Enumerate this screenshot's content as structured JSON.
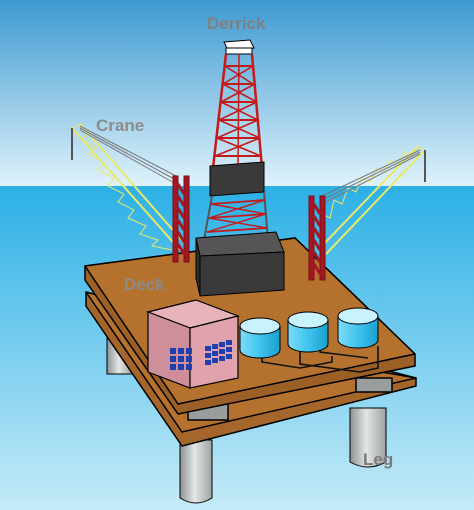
{
  "labels": {
    "derrick": "Derrick",
    "crane": "Crane",
    "deck": "Deck",
    "leg": "Leg"
  },
  "colors": {
    "sky_top": "#3d9ad1",
    "sky_bottom": "#dff2fb",
    "sea_top": "#2cb0e6",
    "sea_bottom": "#bfe8f7",
    "deck": "#b5722f",
    "deck_edge": "#000000",
    "leg": "#b9bcbd",
    "derrick_red": "#c41a1a",
    "crane_red": "#a31722",
    "derrick_base": "#3a3a3a",
    "boom": "#f2f27a",
    "tank": "#40c8f0",
    "tank_top": "#c9f2ff",
    "module": "#e0a3ae",
    "panel": "#1f3fb0",
    "label_text": "#808080"
  }
}
